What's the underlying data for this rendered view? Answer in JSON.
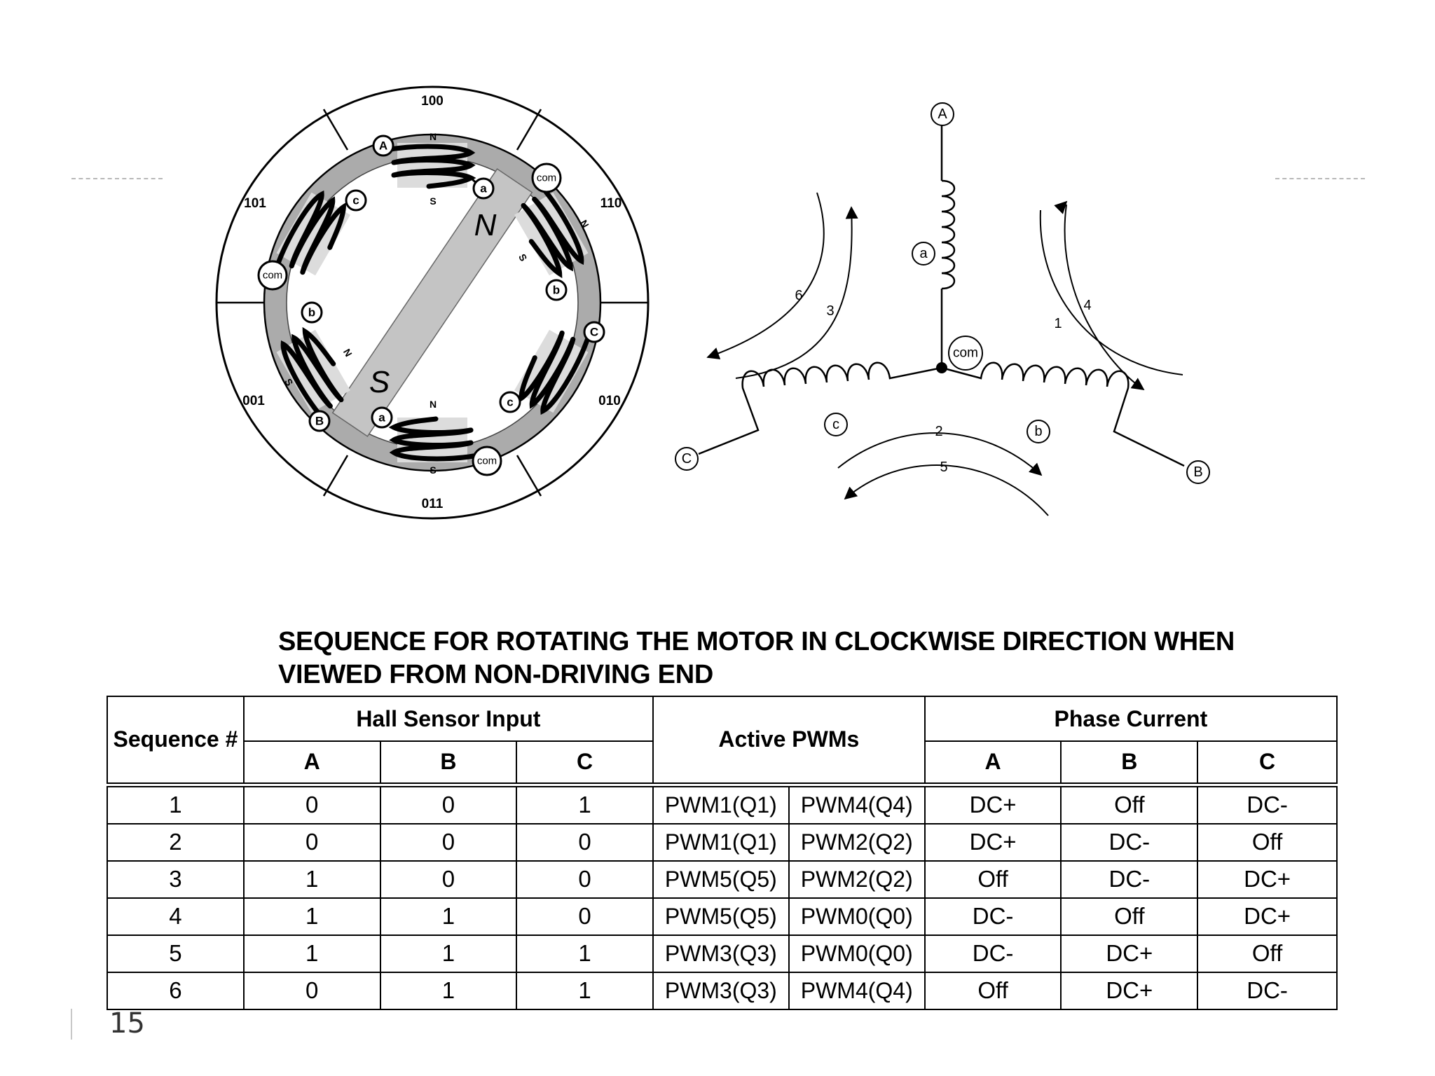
{
  "motor": {
    "sectors": [
      "100",
      "110",
      "010",
      "011",
      "001",
      "101"
    ],
    "rotor": {
      "north": "N",
      "south": "S"
    },
    "coils": [
      {
        "terminal_start": "A",
        "terminal_end": "a",
        "pole_outer": "N",
        "pole_inner": "S"
      },
      {
        "terminal_start": "com",
        "terminal_end": "b",
        "pole_outer": "N",
        "pole_inner": "S"
      },
      {
        "terminal_start": "C",
        "terminal_end": "c",
        "pole_outer": "",
        "pole_inner": ""
      },
      {
        "terminal_start": "a",
        "terminal_end": "com",
        "pole_outer": "S",
        "pole_inner": "N"
      },
      {
        "terminal_start": "B",
        "terminal_end": "b",
        "pole_outer": "S",
        "pole_inner": "N"
      },
      {
        "terminal_start": "com",
        "terminal_end": "c",
        "pole_outer": "",
        "pole_inner": ""
      }
    ]
  },
  "wye": {
    "terminals": [
      "A",
      "B",
      "C"
    ],
    "windings": [
      "a",
      "b",
      "c"
    ],
    "common": "com",
    "steps": [
      "1",
      "2",
      "3",
      "4",
      "5",
      "6"
    ]
  },
  "table": {
    "title_line1": "SEQUENCE FOR ROTATING THE MOTOR IN CLOCKWISE DIRECTION WHEN",
    "title_line2": "VIEWED FROM NON-DRIVING END",
    "header_sequence": "Sequence #",
    "header_hall": "Hall Sensor Input",
    "header_pwm": "Active PWMs",
    "header_phase": "Phase Current",
    "sub_hall": [
      "A",
      "B",
      "C"
    ],
    "sub_phase": [
      "A",
      "B",
      "C"
    ],
    "rows": [
      {
        "seq": "1",
        "a": "0",
        "b": "0",
        "c": "1",
        "pwm1": "PWM1(Q1)",
        "pwm2": "PWM4(Q4)",
        "pa": "DC+",
        "pb": "Off",
        "pc": "DC-"
      },
      {
        "seq": "2",
        "a": "0",
        "b": "0",
        "c": "0",
        "pwm1": "PWM1(Q1)",
        "pwm2": "PWM2(Q2)",
        "pa": "DC+",
        "pb": "DC-",
        "pc": "Off"
      },
      {
        "seq": "3",
        "a": "1",
        "b": "0",
        "c": "0",
        "pwm1": "PWM5(Q5)",
        "pwm2": "PWM2(Q2)",
        "pa": "Off",
        "pb": "DC-",
        "pc": "DC+"
      },
      {
        "seq": "4",
        "a": "1",
        "b": "1",
        "c": "0",
        "pwm1": "PWM5(Q5)",
        "pwm2": "PWM0(Q0)",
        "pa": "DC-",
        "pb": "Off",
        "pc": "DC+"
      },
      {
        "seq": "5",
        "a": "1",
        "b": "1",
        "c": "1",
        "pwm1": "PWM3(Q3)",
        "pwm2": "PWM0(Q0)",
        "pa": "DC-",
        "pb": "DC+",
        "pc": "Off"
      },
      {
        "seq": "6",
        "a": "0",
        "b": "1",
        "c": "1",
        "pwm1": "PWM3(Q3)",
        "pwm2": "PWM4(Q4)",
        "pa": "Off",
        "pb": "DC+",
        "pc": "DC-"
      }
    ]
  },
  "page_number": "15"
}
